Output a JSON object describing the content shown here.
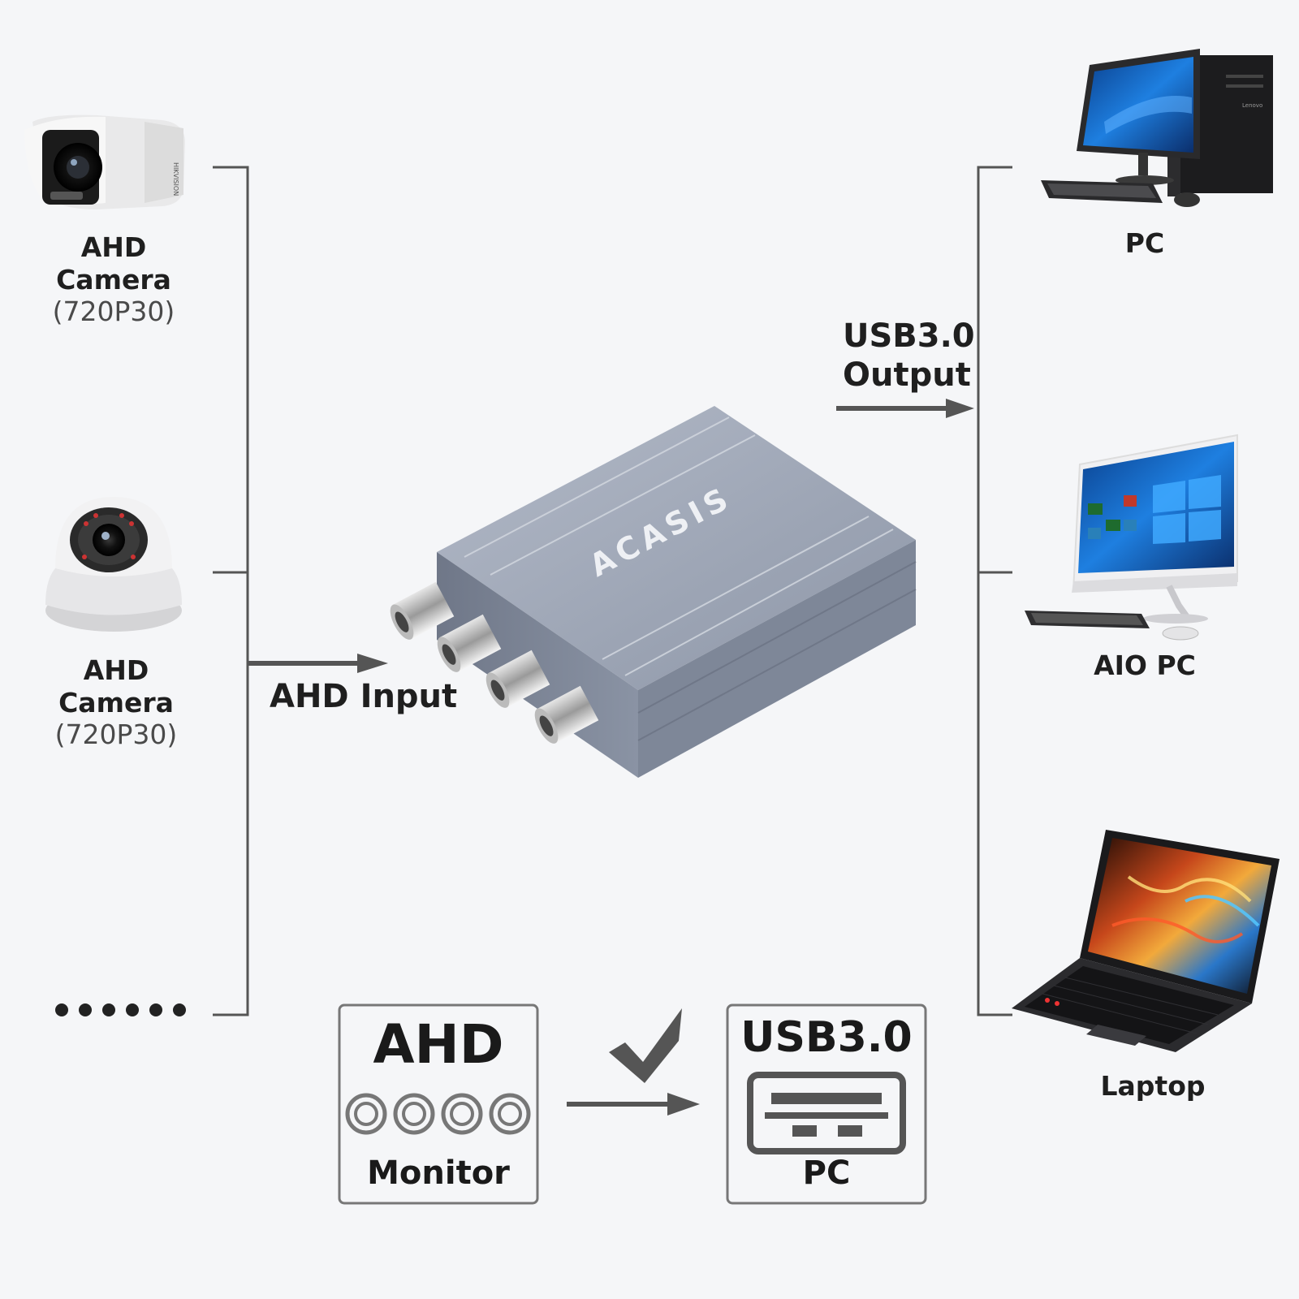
{
  "left": {
    "devices": [
      {
        "name": "AHD Camera",
        "spec": "(720P30)"
      },
      {
        "name": "AHD Camera",
        "spec": "(720P30)"
      }
    ],
    "input_label": "AHD Input"
  },
  "right": {
    "output_label_line1": "USB3.0",
    "output_label_line2": "Output",
    "devices": [
      {
        "name": "PC"
      },
      {
        "name": "AIO PC"
      },
      {
        "name": "Laptop"
      }
    ]
  },
  "device": {
    "brand": "ACASIS",
    "camera_brand": "HIKVISION",
    "tower_brand": "Lenovo"
  },
  "bottom": {
    "left_box": {
      "title": "AHD",
      "subtitle": "Monitor"
    },
    "right_box": {
      "title": "USB3.0",
      "subtitle": "PC"
    }
  },
  "colors": {
    "background": "#f5f6f8",
    "connector_line": "#555555",
    "device_body": "#8e97a8",
    "box_border": "#777777"
  },
  "icons": [
    "bullet-camera-icon",
    "dome-camera-icon",
    "desktop-pc-icon",
    "aio-pc-icon",
    "laptop-icon",
    "bnc-port-icon",
    "usb-port-icon",
    "checkmark-icon",
    "more-dots-icon"
  ]
}
